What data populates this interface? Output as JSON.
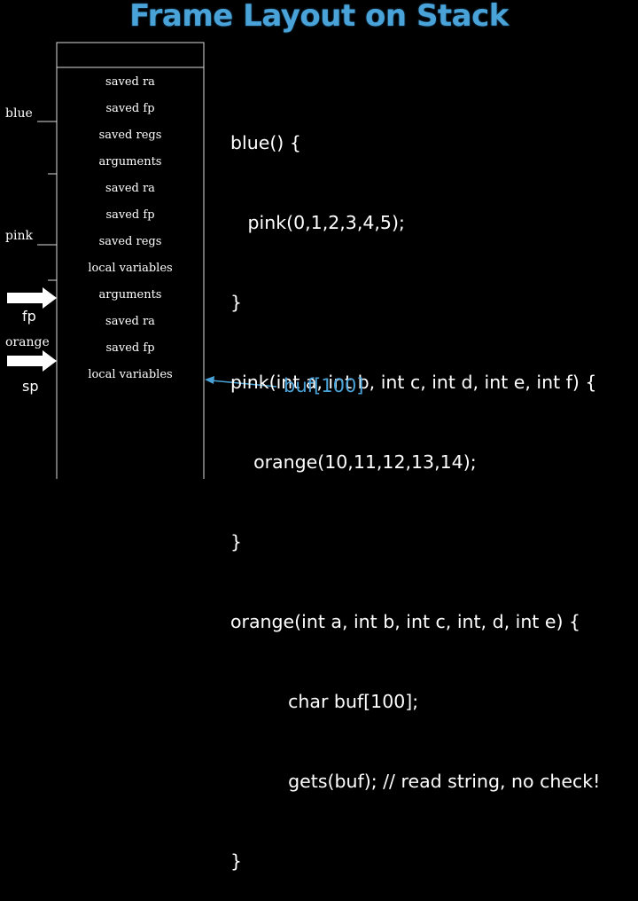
{
  "title": "Frame Layout on Stack",
  "stack_slots": [
    "saved ra",
    "saved fp",
    "saved regs",
    "arguments",
    "saved ra",
    "saved fp",
    "saved regs",
    "local variables",
    "arguments",
    "saved ra",
    "saved fp",
    "local variables"
  ],
  "frame_labels": {
    "blue": "blue",
    "pink": "pink",
    "orange": "orange"
  },
  "registers": {
    "fp": "fp",
    "sp": "sp"
  },
  "code_lines": [
    "blue() {",
    "   pink(0,1,2,3,4,5);",
    "}",
    "pink(int a, int b, int c, int d, int e, int f) {",
    "    orange(10,11,12,13,14);",
    "}",
    "orange(int a, int b, int c, int, d, int e) {",
    "          char buf[100];",
    "          gets(buf); // read string, no check!",
    "}"
  ],
  "buffer_label": "buf[100]",
  "colors": {
    "title": "#4aa3d8",
    "buffer": "#4aa3d8",
    "arrow": "#4aa3d8"
  }
}
